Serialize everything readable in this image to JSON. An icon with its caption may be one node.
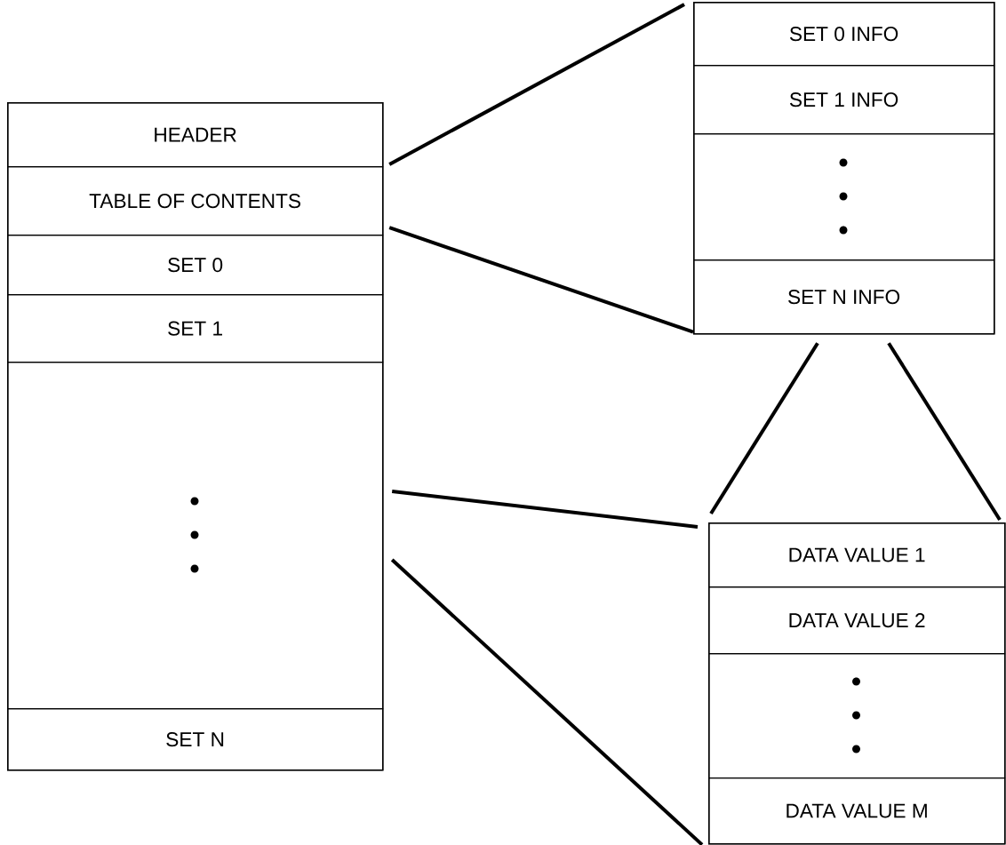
{
  "diagram": {
    "nodes": [
      {
        "text": [],
        "shape": "box"
      },
      {
        "text": [
          "HEADER"
        ],
        "in": 0
      },
      {
        "text": [
          "TABLE OF CONTENTS"
        ],
        "in": 0
      },
      {
        "text": [
          "SET 0"
        ],
        "in": 0
      },
      {
        "text": [
          "SET 1"
        ],
        "in": 0
      },
      {
        "text": [],
        "shape": "box",
        "in": 0
      },
      {
        "text": [
          "SET N"
        ],
        "in": 0
      },
      {
        "text": [],
        "shape": "box"
      },
      {
        "text": [
          "SET 0 INFO"
        ],
        "in": 7
      },
      {
        "text": [
          "SET 1 INFO"
        ],
        "in": 7
      },
      {
        "text": [],
        "shape": "box",
        "in": 7
      },
      {
        "text": [
          "SET N INFO"
        ],
        "in": 7
      },
      {
        "text": [],
        "shape": "box"
      },
      {
        "text": [
          "DATA VALUE 1"
        ],
        "in": 12
      },
      {
        "text": [
          "DATA VALUE 2"
        ],
        "in": 12
      },
      {
        "text": [],
        "shape": "box",
        "in": 12
      },
      {
        "text": [
          "DATA VALUE M"
        ],
        "in": 12
      }
    ],
    "edges": [
      {
        "from": 2,
        "to": 7,
        "arrow": "none"
      },
      {
        "from": 2,
        "to": 7,
        "arrow": "none"
      },
      {
        "from": 5,
        "to": 12,
        "arrow": "none"
      },
      {
        "from": 5,
        "to": 12,
        "arrow": "none"
      },
      {
        "from": 11,
        "to": 12,
        "arrow": "none"
      },
      {
        "from": 11,
        "to": 12,
        "arrow": "none"
      }
    ]
  }
}
